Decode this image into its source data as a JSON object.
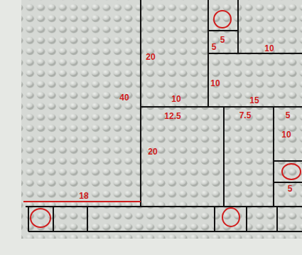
{
  "diagram": {
    "labels": [
      "5",
      "5",
      "10",
      "20",
      "10",
      "40",
      "10",
      "15",
      "12.5",
      "7.5",
      "5",
      "10",
      "20",
      "5",
      "18"
    ]
  }
}
